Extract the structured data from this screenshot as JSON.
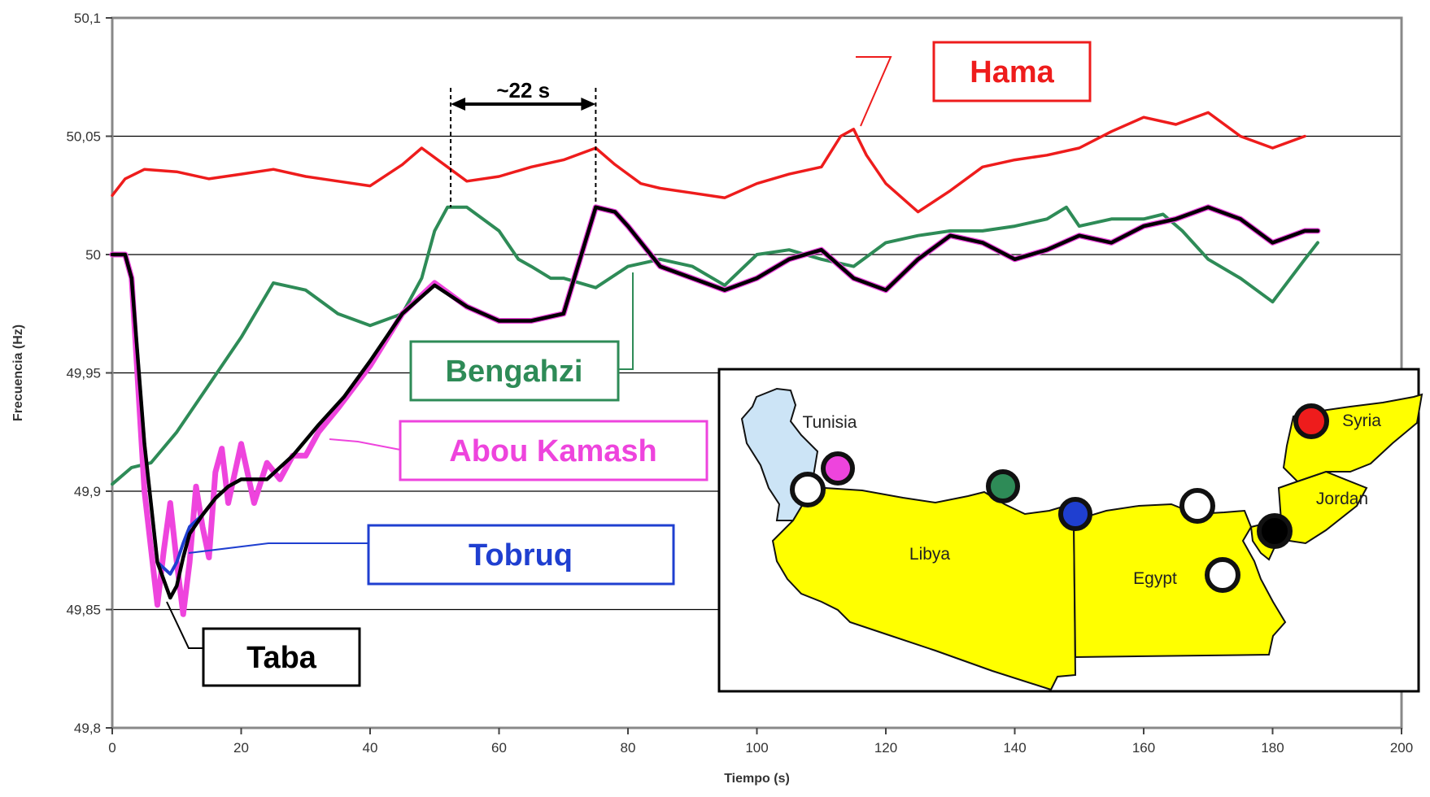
{
  "chart_data": {
    "type": "line",
    "title": "",
    "xlabel": "Tiempo (s)",
    "ylabel": "Frecuencia (Hz)",
    "xlim": [
      0,
      200
    ],
    "ylim": [
      49.8,
      50.1
    ],
    "x_ticks": [
      0,
      20,
      40,
      60,
      80,
      100,
      120,
      140,
      160,
      180,
      200
    ],
    "x_tick_labels": [
      "0",
      "20",
      "40",
      "60",
      "80",
      "100",
      "120",
      "140",
      "160",
      "180",
      "200"
    ],
    "y_ticks": [
      49.8,
      49.85,
      49.9,
      49.95,
      50,
      50.05,
      50.1
    ],
    "y_tick_labels": [
      "49,8",
      "49,85",
      "49,9",
      "49,95",
      "50",
      "50,05",
      "50,1"
    ],
    "grid": "horizontal",
    "series": [
      {
        "name": "Hama",
        "color": "#ee1c1c",
        "x": [
          0,
          2,
          5,
          10,
          15,
          20,
          25,
          30,
          35,
          40,
          45,
          48,
          52,
          55,
          60,
          65,
          70,
          75,
          78,
          82,
          85,
          90,
          95,
          100,
          105,
          110,
          113,
          115,
          117,
          120,
          125,
          130,
          135,
          140,
          145,
          150,
          155,
          160,
          165,
          170,
          175,
          180,
          185
        ],
        "y": [
          50.025,
          50.032,
          50.036,
          50.035,
          50.032,
          50.034,
          50.036,
          50.033,
          50.031,
          50.029,
          50.038,
          50.045,
          50.037,
          50.031,
          50.033,
          50.037,
          50.04,
          50.045,
          50.038,
          50.03,
          50.028,
          50.026,
          50.024,
          50.03,
          50.034,
          50.037,
          50.05,
          50.053,
          50.042,
          50.03,
          50.018,
          50.027,
          50.037,
          50.04,
          50.042,
          50.045,
          50.052,
          50.058,
          50.055,
          50.06,
          50.05,
          50.045,
          50.05
        ]
      },
      {
        "name": "Bengahzi",
        "color": "#2e8b57",
        "x": [
          0,
          3,
          6,
          10,
          15,
          20,
          25,
          30,
          35,
          40,
          45,
          48,
          50,
          52,
          55,
          60,
          63,
          65,
          68,
          70,
          75,
          80,
          85,
          90,
          95,
          100,
          105,
          110,
          115,
          120,
          125,
          130,
          135,
          140,
          145,
          148,
          150,
          155,
          160,
          163,
          166,
          170,
          175,
          180,
          185,
          187
        ],
        "y": [
          49.903,
          49.91,
          49.912,
          49.925,
          49.945,
          49.965,
          49.988,
          49.985,
          49.975,
          49.97,
          49.975,
          49.99,
          50.01,
          50.02,
          50.02,
          50.01,
          49.998,
          49.995,
          49.99,
          49.99,
          49.986,
          49.995,
          49.998,
          49.995,
          49.987,
          50.0,
          50.002,
          49.998,
          49.995,
          50.005,
          50.008,
          50.01,
          50.01,
          50.012,
          50.015,
          50.02,
          50.012,
          50.015,
          50.015,
          50.017,
          50.01,
          49.998,
          49.99,
          49.98,
          49.998,
          50.005
        ]
      },
      {
        "name": "Abou Kamash",
        "color": "#ee44dd",
        "x": [
          0,
          2,
          3,
          5,
          7,
          8,
          9,
          10,
          11,
          12,
          13,
          14,
          15,
          16,
          17,
          18,
          20,
          22,
          24,
          26,
          28,
          30,
          32,
          35,
          40,
          45,
          50,
          55,
          60,
          65,
          70,
          72,
          75,
          78,
          80,
          85,
          90,
          95,
          100,
          105,
          110,
          115,
          120,
          125,
          130,
          135,
          140,
          145,
          150,
          155,
          160,
          165,
          170,
          175,
          180,
          185,
          187
        ],
        "y": [
          50.0,
          50.0,
          49.99,
          49.9,
          49.852,
          49.875,
          49.895,
          49.87,
          49.848,
          49.87,
          49.902,
          49.885,
          49.872,
          49.908,
          49.918,
          49.895,
          49.92,
          49.895,
          49.912,
          49.905,
          49.915,
          49.915,
          49.925,
          49.935,
          49.953,
          49.975,
          49.988,
          49.978,
          49.972,
          49.972,
          49.975,
          49.993,
          50.02,
          50.018,
          50.012,
          49.995,
          49.99,
          49.985,
          49.99,
          49.998,
          50.002,
          49.99,
          49.985,
          49.998,
          50.008,
          50.005,
          49.998,
          50.002,
          50.008,
          50.005,
          50.012,
          50.015,
          50.02,
          50.015,
          50.005,
          50.01,
          50.01
        ]
      },
      {
        "name": "Tobruq",
        "color": "#1f3fd0",
        "x": [
          0,
          2,
          3,
          5,
          7,
          9,
          10,
          11,
          12,
          14,
          16,
          18,
          20,
          24,
          28,
          32,
          36,
          40,
          45,
          50,
          55,
          60,
          65,
          70,
          72,
          75,
          78,
          80,
          85,
          90,
          95,
          100,
          105,
          110,
          115,
          120,
          125,
          130,
          135,
          140,
          145,
          150,
          155,
          160,
          165,
          170,
          175,
          180,
          185,
          187
        ],
        "y": [
          50.0,
          50.0,
          49.99,
          49.92,
          49.87,
          49.865,
          49.87,
          49.878,
          49.885,
          49.89,
          49.897,
          49.902,
          49.905,
          49.905,
          49.915,
          49.928,
          49.94,
          49.955,
          49.975,
          49.987,
          49.978,
          49.972,
          49.972,
          49.975,
          49.993,
          50.02,
          50.018,
          50.012,
          49.995,
          49.99,
          49.985,
          49.99,
          49.998,
          50.002,
          49.99,
          49.985,
          49.998,
          50.008,
          50.005,
          49.998,
          50.002,
          50.008,
          50.005,
          50.012,
          50.015,
          50.02,
          50.015,
          50.005,
          50.01,
          50.01
        ]
      },
      {
        "name": "Taba",
        "color": "#000000",
        "x": [
          0,
          2,
          3,
          5,
          7,
          9,
          10,
          11,
          12,
          14,
          16,
          18,
          20,
          24,
          28,
          32,
          36,
          40,
          45,
          50,
          55,
          60,
          65,
          70,
          72,
          75,
          78,
          80,
          85,
          90,
          95,
          100,
          105,
          110,
          115,
          120,
          125,
          130,
          135,
          140,
          145,
          150,
          155,
          160,
          165,
          170,
          175,
          180,
          185,
          187
        ],
        "y": [
          50.0,
          50.0,
          49.99,
          49.92,
          49.87,
          49.855,
          49.86,
          49.872,
          49.882,
          49.89,
          49.897,
          49.902,
          49.905,
          49.905,
          49.915,
          49.928,
          49.94,
          49.955,
          49.975,
          49.987,
          49.978,
          49.972,
          49.972,
          49.975,
          49.993,
          50.02,
          50.018,
          50.012,
          49.995,
          49.99,
          49.985,
          49.99,
          49.998,
          50.002,
          49.99,
          49.985,
          49.998,
          50.008,
          50.005,
          49.998,
          50.002,
          50.008,
          50.005,
          50.012,
          50.015,
          50.02,
          50.015,
          50.005,
          50.01,
          50.01
        ]
      }
    ],
    "annotations": {
      "period_label": "~22 s",
      "period_start": 52.5,
      "period_end": 75
    },
    "inset_map": {
      "country_labels": [
        "Tunisia",
        "Libya",
        "Egypt",
        "Syria",
        "Jordan"
      ],
      "highlight_color": "#ffff00",
      "tunisia_color": "#cce4f6"
    }
  }
}
